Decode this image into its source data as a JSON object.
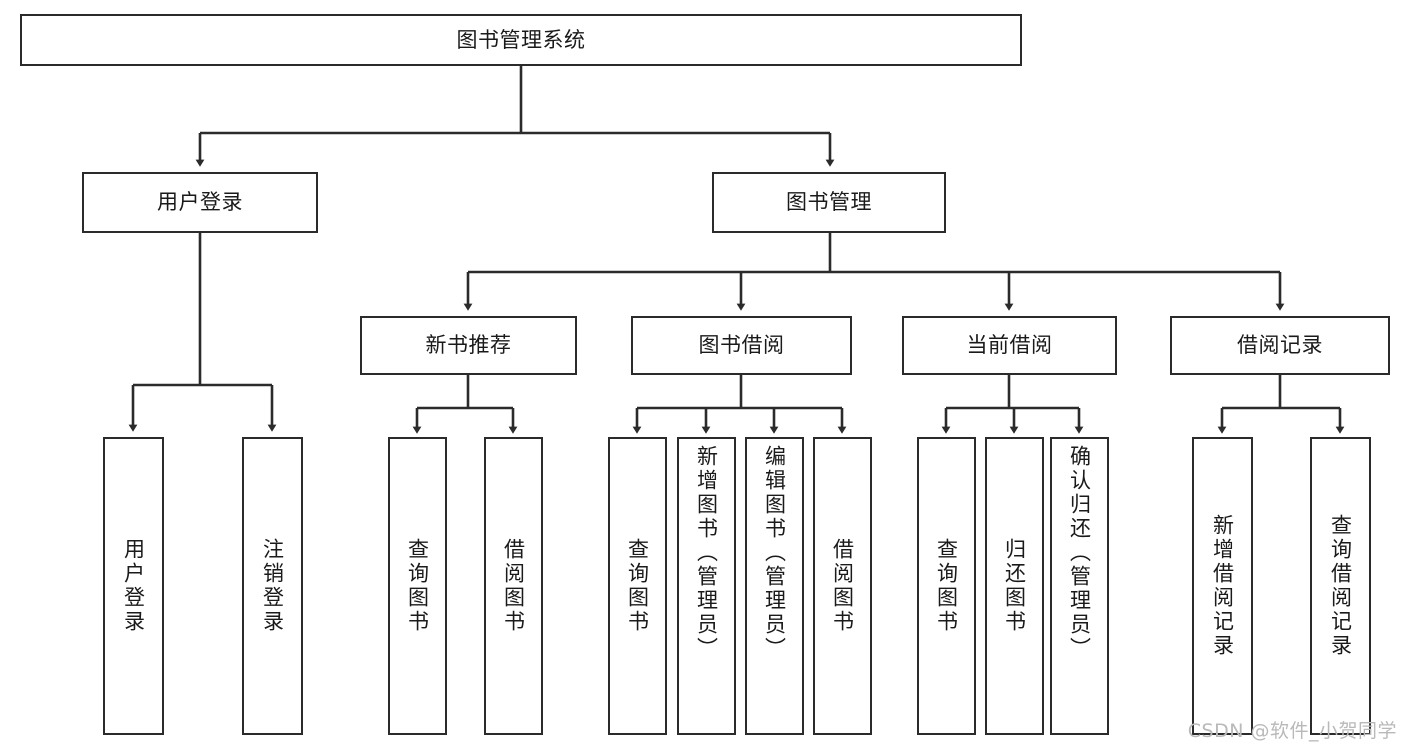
{
  "diagram": {
    "title": "图书管理系统",
    "watermark": "CSDN @软件_小贺同学",
    "style": {
      "border_color": "#2b2b2b",
      "background": "#ffffff",
      "text_color": "#1a1a1a",
      "watermark_color": "#b9b9b9"
    },
    "root": {
      "label": "图书管理系统"
    },
    "level2": [
      {
        "label": "用户登录"
      },
      {
        "label": "图书管理"
      }
    ],
    "level3": [
      {
        "label": "新书推荐"
      },
      {
        "label": "图书借阅"
      },
      {
        "label": "当前借阅"
      },
      {
        "label": "借阅记录"
      }
    ],
    "leaves": {
      "user_login": [
        {
          "label": "用户登录"
        },
        {
          "label": "注销登录"
        }
      ],
      "new_book_recommend": [
        {
          "label": "查询图书"
        },
        {
          "label": "借阅图书"
        }
      ],
      "book_borrow": [
        {
          "label": "查询图书"
        },
        {
          "label": "新增图书（管理员）"
        },
        {
          "label": "编辑图书（管理员）"
        },
        {
          "label": "借阅图书"
        }
      ],
      "current_borrow": [
        {
          "label": "查询图书"
        },
        {
          "label": "归还图书"
        },
        {
          "label": "确认归还（管理员）"
        }
      ],
      "borrow_record": [
        {
          "label": "新增借阅记录"
        },
        {
          "label": "查询借阅记录"
        }
      ]
    }
  }
}
